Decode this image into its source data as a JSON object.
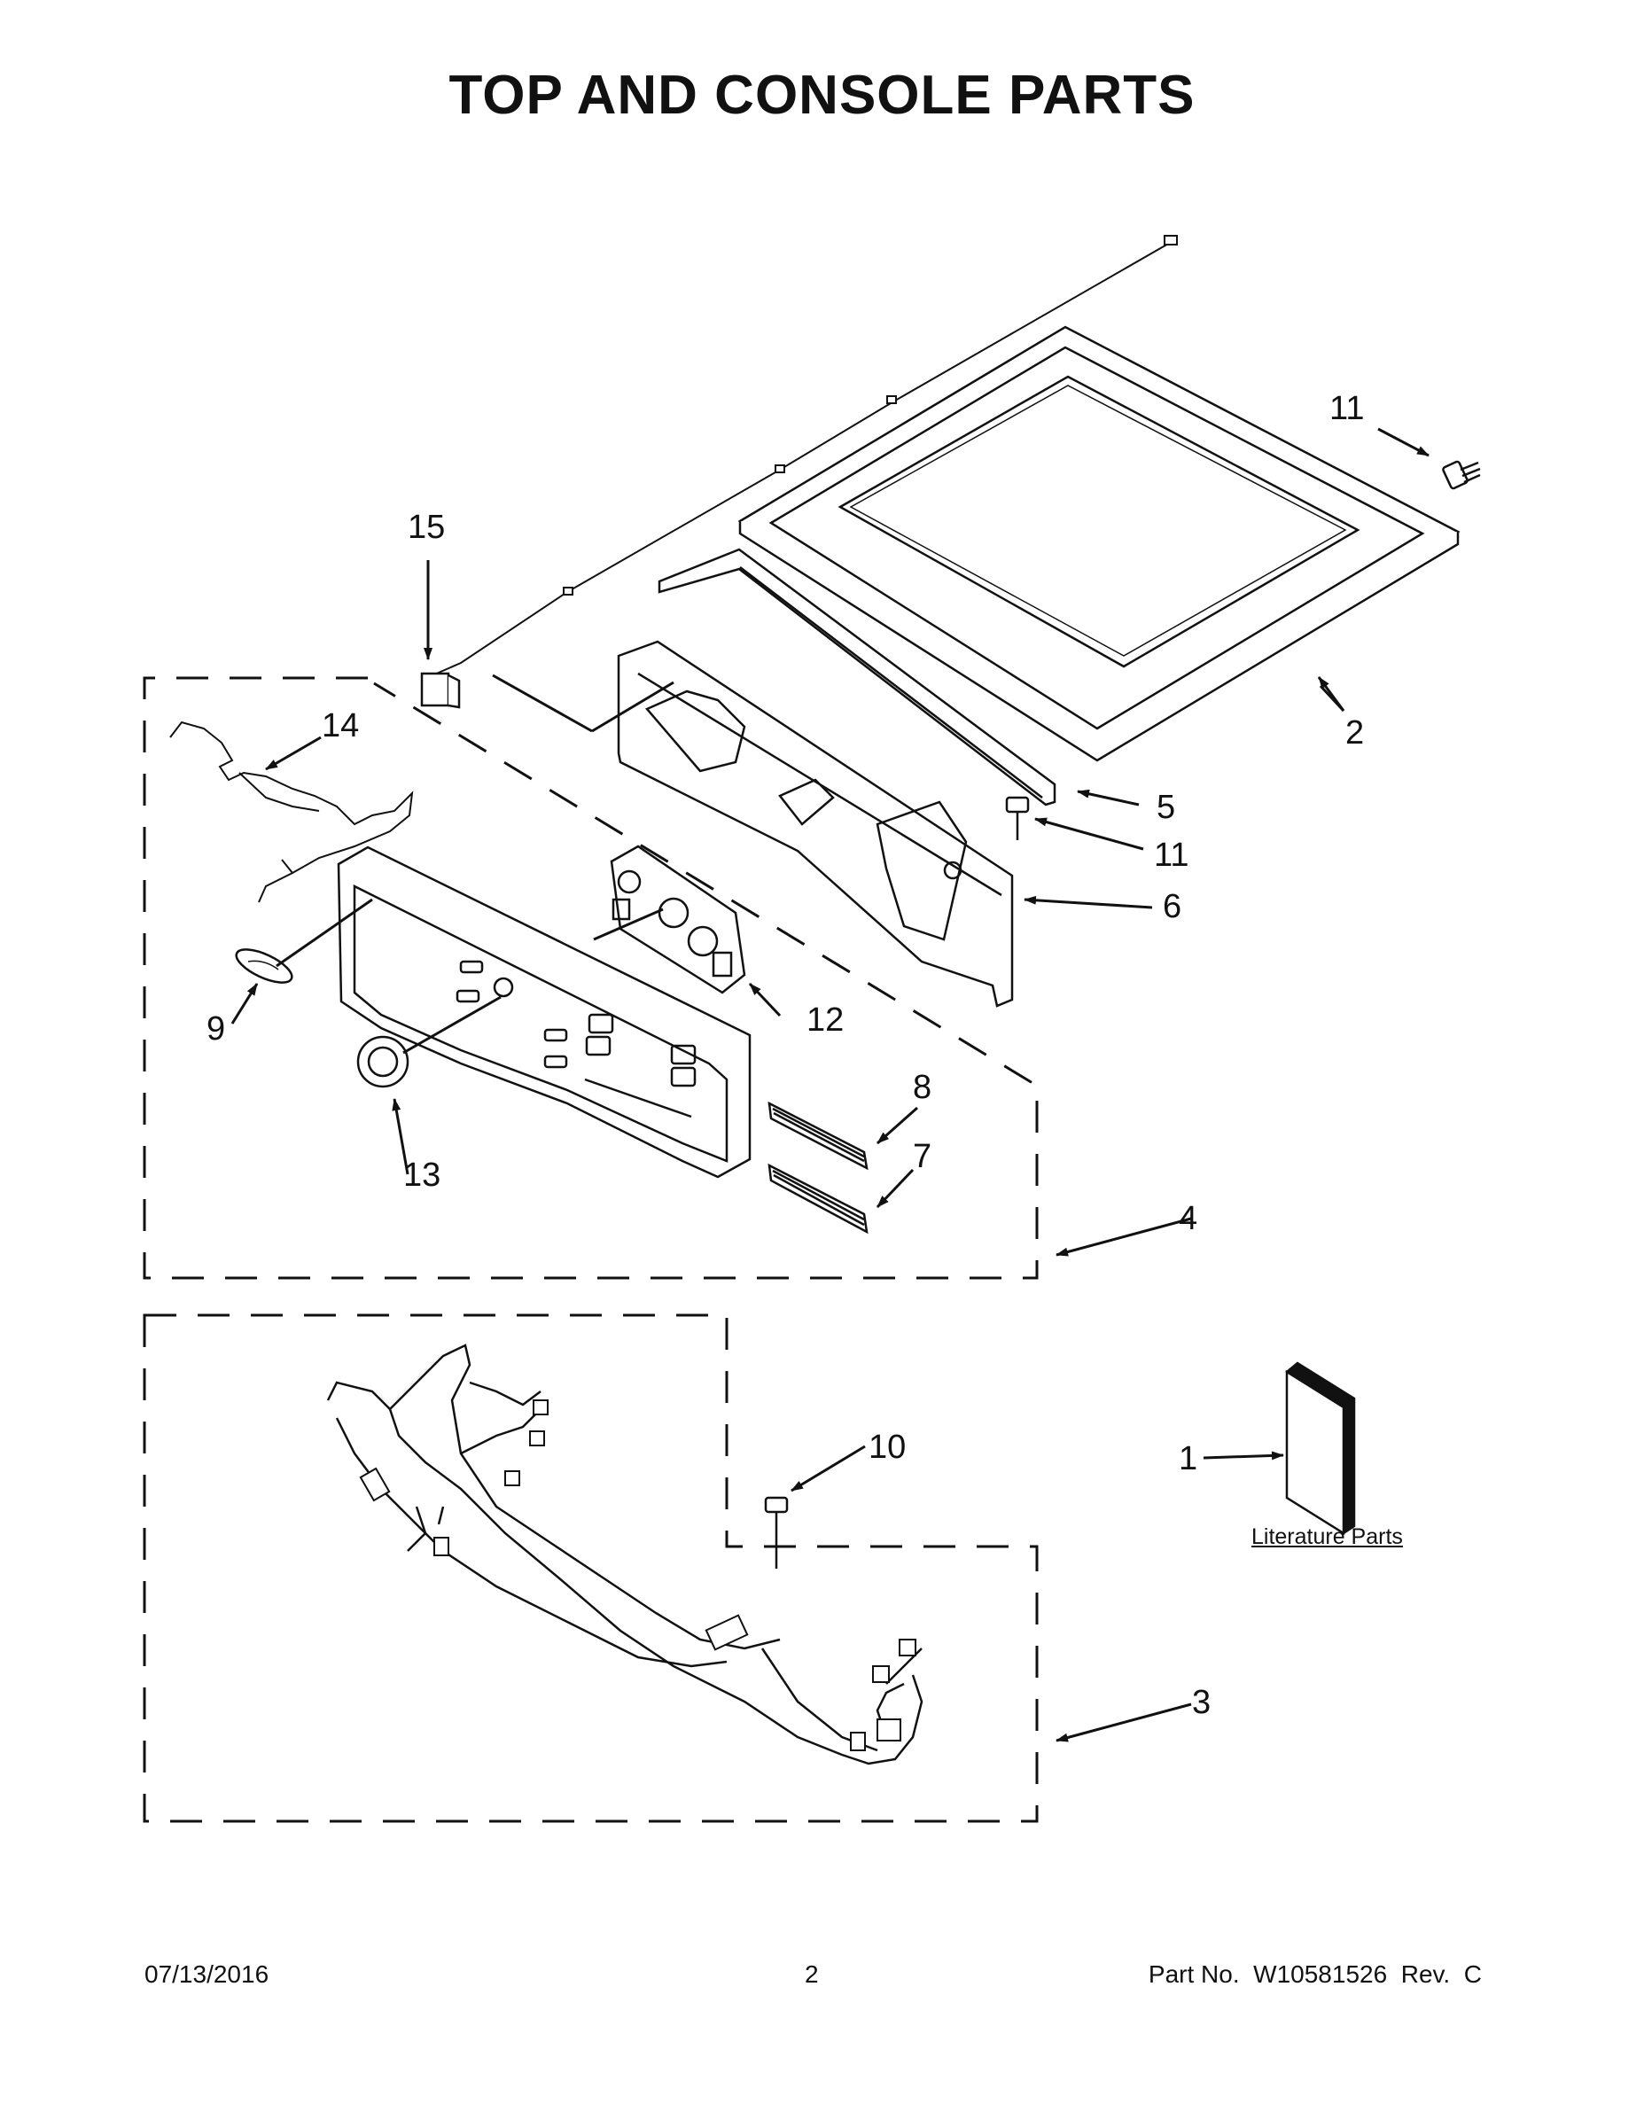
{
  "title": "TOP AND CONSOLE PARTS",
  "callouts": {
    "c1": "1",
    "c2": "2",
    "c3": "3",
    "c4": "4",
    "c5": "5",
    "c6": "6",
    "c7": "7",
    "c8": "8",
    "c9": "9",
    "c10": "10",
    "c11a": "11",
    "c11b": "11",
    "c12": "12",
    "c13": "13",
    "c14": "14",
    "c15": "15"
  },
  "literature_label": "Literature Parts",
  "footer": {
    "date": "07/13/2016",
    "page": "2",
    "part": "Part No.  W10581526  Rev.  C"
  }
}
